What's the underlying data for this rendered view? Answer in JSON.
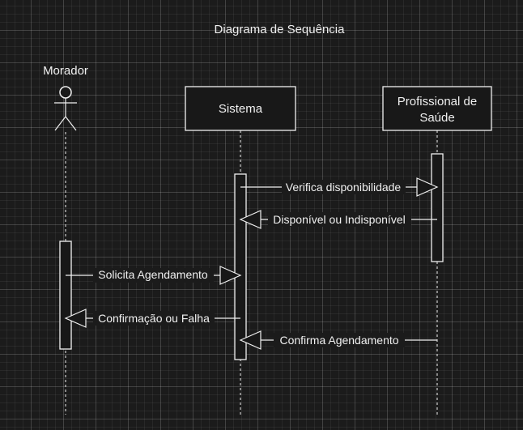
{
  "diagram": {
    "title": "Diagrama de Sequência",
    "actor": {
      "label": "Morador"
    },
    "participants": [
      {
        "label_lines": [
          "Sistema"
        ]
      },
      {
        "label_lines": [
          "Profissional de",
          "Saúde"
        ]
      }
    ],
    "messages": [
      {
        "label": "Verifica disponibilidade"
      },
      {
        "label": "Disponível ou Indisponível"
      },
      {
        "label": "Solicita Agendamento"
      },
      {
        "label": "Confirmação ou Falha"
      },
      {
        "label": "Confirma Agendamento"
      }
    ]
  },
  "colors": {
    "background": "#1b1b1b",
    "stroke": "#f0f0f0",
    "fill": "#181818"
  }
}
